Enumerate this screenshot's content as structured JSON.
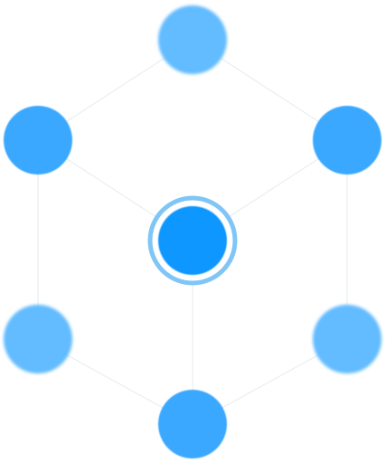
{
  "diagram": {
    "type": "hexagonal-node-network",
    "nodes": [
      {
        "id": "top",
        "color": "#62bcff",
        "blurred": true
      },
      {
        "id": "upper-left",
        "color": "#3aa8ff",
        "blurred": false
      },
      {
        "id": "upper-right",
        "color": "#3aa8ff",
        "blurred": false
      },
      {
        "id": "center",
        "color": "#0b97ff",
        "ring_color": "#7fc6f7",
        "blurred": false,
        "highlighted": true
      },
      {
        "id": "lower-left",
        "color": "#62bcff",
        "blurred": true
      },
      {
        "id": "lower-right",
        "color": "#62bcff",
        "blurred": true
      },
      {
        "id": "bottom",
        "color": "#3aa8ff",
        "blurred": false
      }
    ],
    "edges": [
      [
        "top",
        "upper-left"
      ],
      [
        "top",
        "upper-right"
      ],
      [
        "upper-left",
        "lower-left"
      ],
      [
        "upper-right",
        "lower-right"
      ],
      [
        "lower-left",
        "bottom"
      ],
      [
        "lower-right",
        "bottom"
      ],
      [
        "upper-left",
        "center"
      ],
      [
        "upper-right",
        "center"
      ],
      [
        "center",
        "bottom"
      ]
    ],
    "edge_color": "#e9eef3",
    "background": "#ffffff"
  }
}
